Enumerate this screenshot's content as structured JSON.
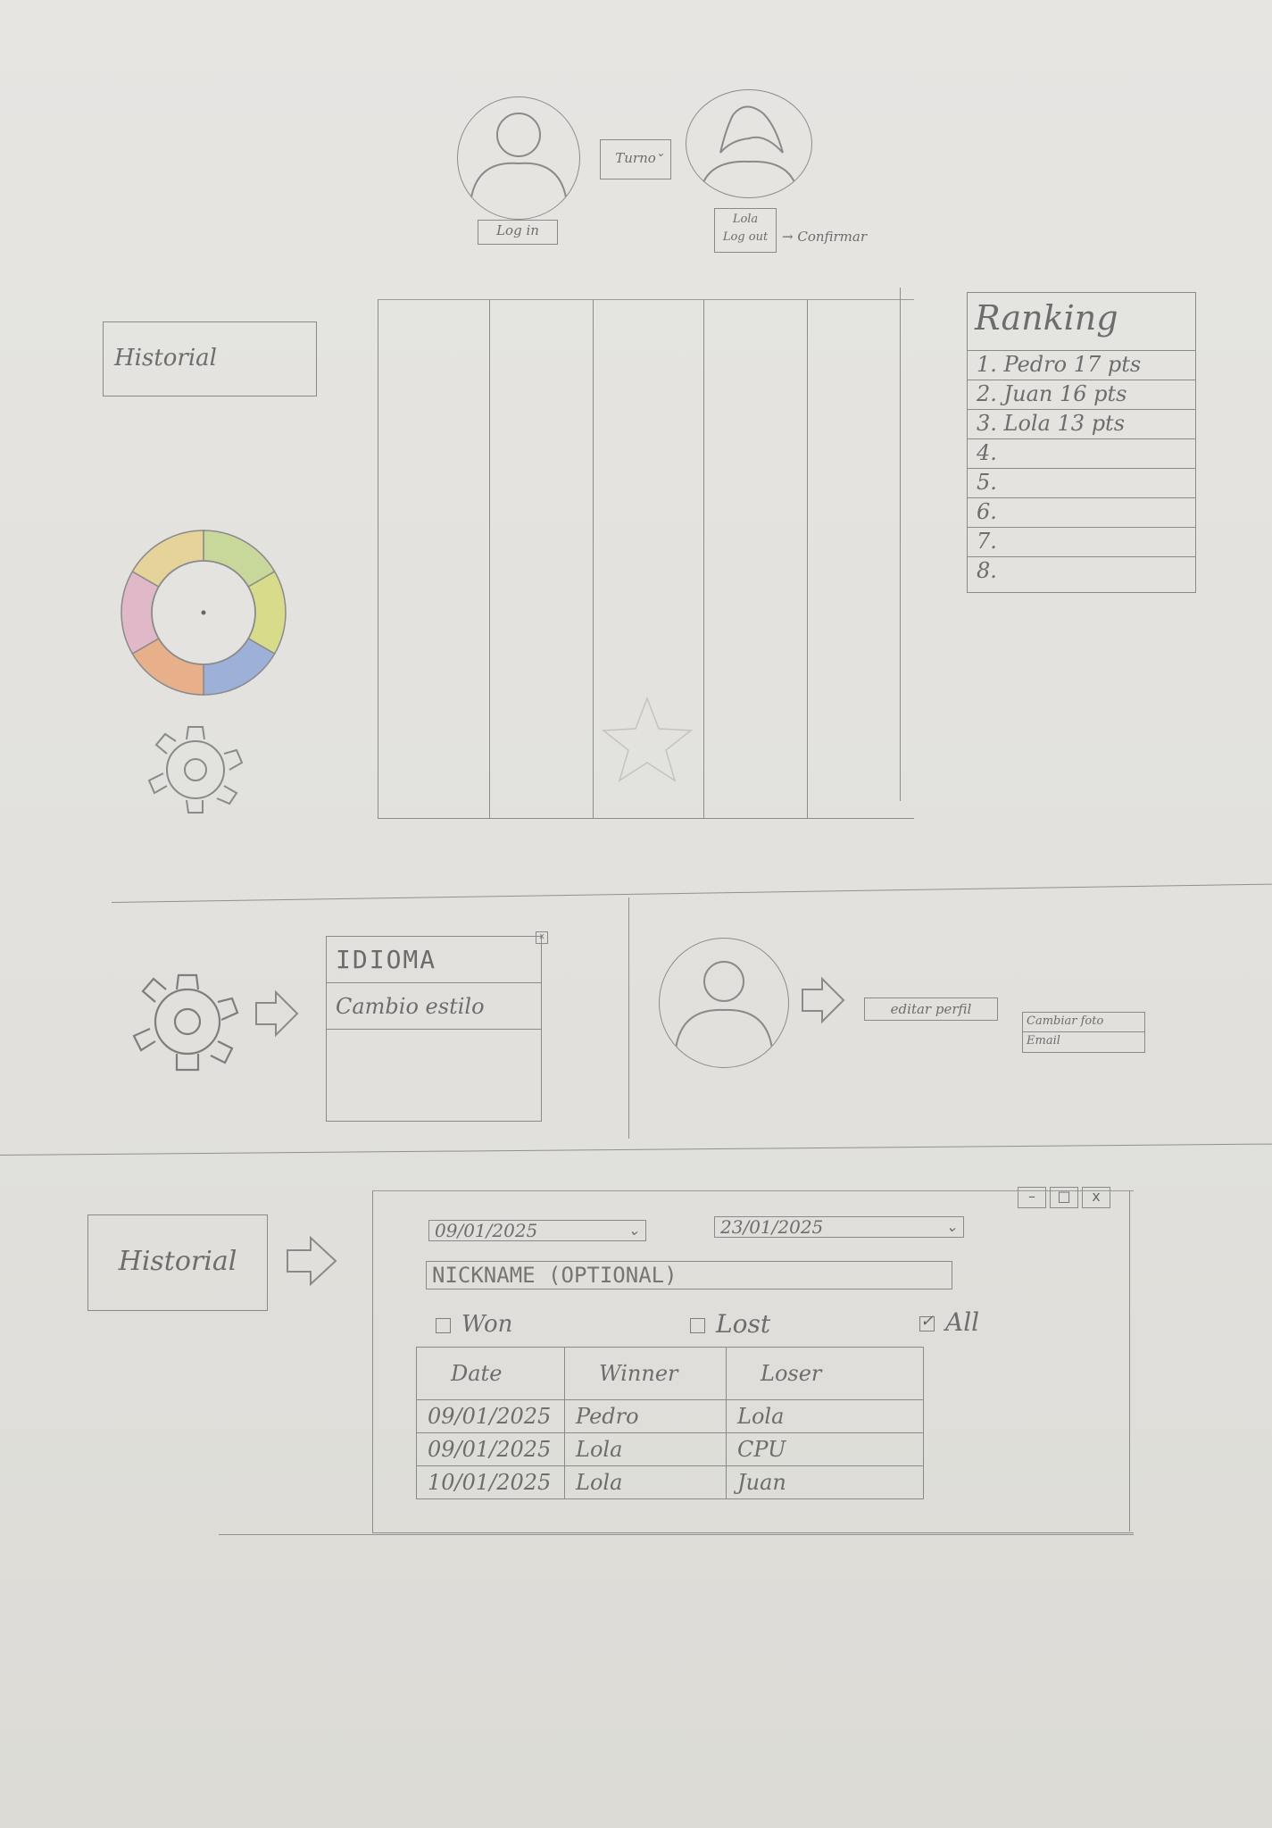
{
  "header": {
    "login_label": "Log in",
    "turn_label": "Turno",
    "user_name": "Lola",
    "logout_label": "Log out",
    "confirm_label": "→ Confirmar"
  },
  "sidebar": {
    "history_button": "Historial"
  },
  "ranking": {
    "title": "Ranking",
    "rows": [
      "1. Pedro 17 pts",
      "2. Juan 16 pts",
      "3. Lola 13 pts",
      "4.",
      "5.",
      "6.",
      "7.",
      "8."
    ]
  },
  "wheel_colors": [
    "#c8d89a",
    "#d8dc8a",
    "#9db0d8",
    "#e8b08a",
    "#e0b8c8",
    "#e5d39a"
  ],
  "settings": {
    "menu_items": [
      "IDIOMA",
      "Cambio estilo"
    ],
    "close_mark": "x"
  },
  "profile": {
    "edit_label": "editar perfil",
    "change_photo_label": "Cambiar foto",
    "email_label": "Email"
  },
  "history": {
    "button_label": "Historial",
    "date_from": "09/01/2025",
    "date_to": "23/01/2025",
    "nickname_placeholder": "NICKNAME (OPTIONAL)",
    "filters": {
      "won": "Won",
      "lost": "Lost",
      "all": "All"
    },
    "window_controls": [
      "–",
      "□",
      "x"
    ],
    "columns": [
      "Date",
      "Winner",
      "Loser"
    ],
    "rows": [
      [
        "09/01/2025",
        "Pedro",
        "Lola"
      ],
      [
        "09/01/2025",
        "Lola",
        "CPU"
      ],
      [
        "10/01/2025",
        "Lola",
        "Juan"
      ]
    ]
  }
}
